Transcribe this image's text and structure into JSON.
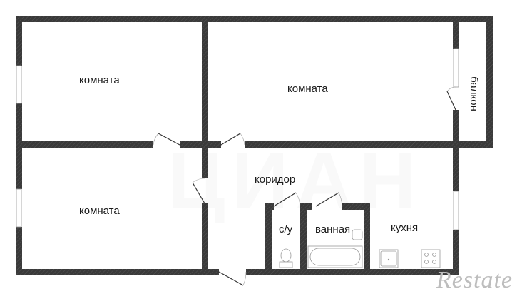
{
  "plan": {
    "type": "apartment floor plan",
    "rooms": [
      {
        "id": "room-top-left",
        "label": "комната"
      },
      {
        "id": "room-top-right",
        "label": "комната"
      },
      {
        "id": "room-bottom-left",
        "label": "комната"
      },
      {
        "id": "balcony",
        "label": "балкон"
      },
      {
        "id": "corridor",
        "label": "коридор"
      },
      {
        "id": "toilet",
        "label": "с/у"
      },
      {
        "id": "bathroom",
        "label": "ванная"
      },
      {
        "id": "kitchen",
        "label": "кухня"
      }
    ],
    "fixtures": [
      "toilet-icon",
      "sink-icon",
      "bathtub-icon",
      "kitchen-sink-icon",
      "stove-icon"
    ],
    "colors": {
      "wall": "#3a3a3a",
      "background": "#ffffff",
      "text": "#1a1a1a",
      "watermark": "#bdbdbd"
    }
  },
  "watermark": {
    "text": "Restate",
    "background_text": "ЦИАН"
  }
}
